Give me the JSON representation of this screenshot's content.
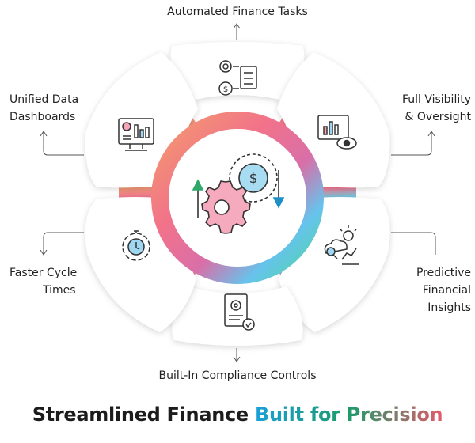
{
  "segments": {
    "top": [
      "Automated Finance Tasks"
    ],
    "top_right": [
      "Full Visibility",
      "& Oversight"
    ],
    "bottom_right": [
      "Predictive",
      "Financial",
      "Insights"
    ],
    "bottom": [
      "Built-In Compliance Controls"
    ],
    "bottom_left": [
      "Faster Cycle",
      "Times"
    ],
    "top_left": [
      "Unified Data",
      "Dashboards"
    ]
  },
  "footer": {
    "title_dark": "Streamlined Finance",
    "title_accent": "Built for Precision"
  },
  "center_icon": {
    "symbol": "$",
    "icon": "gear-dollar-cycle-icon"
  },
  "icons": {
    "top": "gears-checklist-icon",
    "top_right": "monitor-eye-chart-icon",
    "bottom_right": "cloud-search-growth-chart-icon",
    "bottom": "document-gear-check-icon",
    "bottom_left": "stopwatch-cycle-icon",
    "top_left": "monitor-dashboard-icon"
  },
  "colors": {
    "ring_pink": "#f07a8e",
    "ring_orange": "#f0a47a",
    "ring_blue": "#6fb8e6",
    "ring_cyan": "#5fd3e8",
    "ring_green": "#4fd48a",
    "icon_pink": "#f4a6b8",
    "icon_blue": "#9fd6f2"
  }
}
